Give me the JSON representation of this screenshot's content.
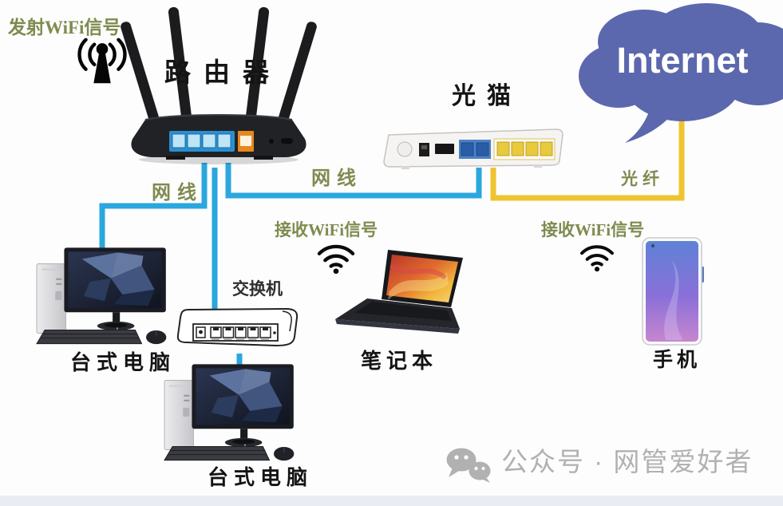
{
  "colors": {
    "ethernet_cable": "#2aa7de",
    "fiber_cable": "#eec42f",
    "cable_label": "#7e8b4f",
    "device_label": "#141414",
    "internet_cloud": "#5c68ad",
    "internet_text": "#ffffff",
    "watermark": "#b1b1b1",
    "background": "#fdfdfd",
    "footer_strip": "#e9edf3"
  },
  "internet": {
    "label": "Internet"
  },
  "devices": {
    "router": {
      "label": "路由器",
      "wifi_label": "发射WiFi信号"
    },
    "modem": {
      "label": "光猫"
    },
    "switch": {
      "label": "交换机"
    },
    "desktop_top": {
      "label": "台式电脑"
    },
    "desktop_bottom": {
      "label": "台式电脑"
    },
    "laptop": {
      "label": "笔记本",
      "wifi_label": "接收WiFi信号"
    },
    "phone": {
      "label": "手机",
      "wifi_label": "接收WiFi信号"
    }
  },
  "connections": {
    "router_to_desktop": {
      "label": "网线",
      "type": "ethernet"
    },
    "router_to_modem": {
      "label": "网线",
      "type": "ethernet"
    },
    "modem_to_internet": {
      "label": "光纤",
      "type": "fiber"
    }
  },
  "icons": {
    "broadcast": "wifi-broadcast-antenna-icon",
    "wifi": "wifi-signal-icon",
    "watermark_logo": "wechat-bubbles-icon"
  },
  "watermark": {
    "text": "公众号 · 网管爱好者"
  }
}
